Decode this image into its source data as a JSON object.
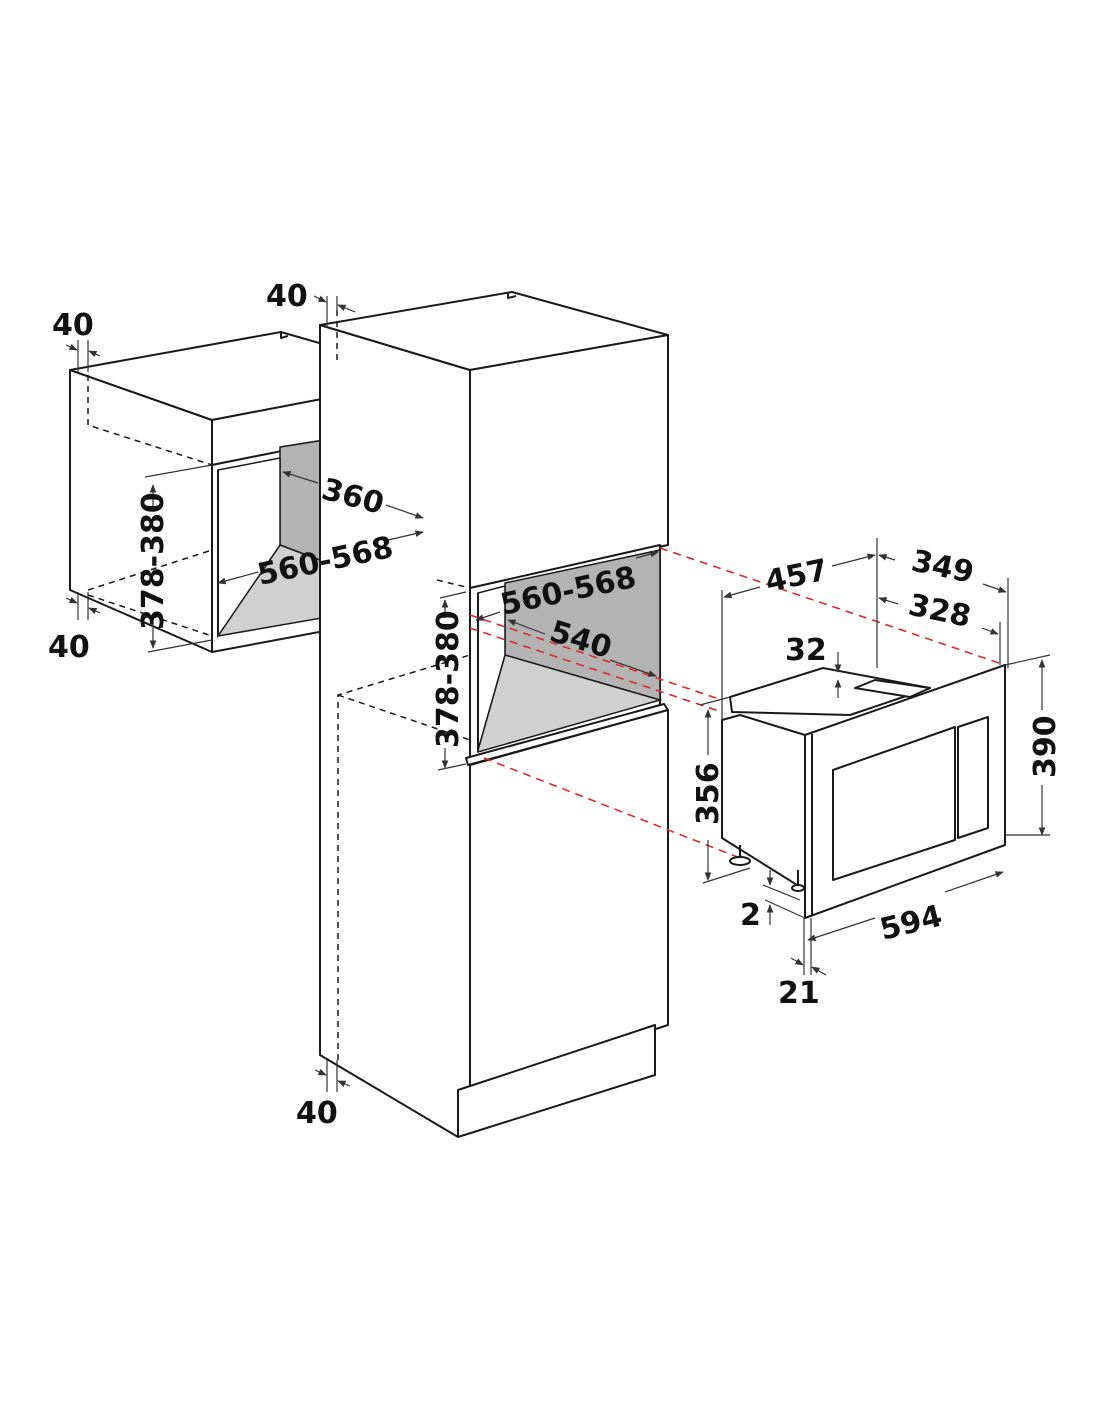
{
  "colors": {
    "line": "#1a1a1a",
    "back_panel": "#b3b3b3",
    "floor_panel": "#d0d0d0",
    "guide_line": "#e0282e"
  },
  "wall_cabinet": {
    "gap_top": "40",
    "gap_bottom": "40",
    "height": "378-380",
    "depth": "360",
    "width": "560-568"
  },
  "tall_cabinet": {
    "gap_top": "40",
    "gap_bottom": "40",
    "height": "378-380",
    "width": "560-568",
    "depth": "540"
  },
  "appliance": {
    "total_depth": "457",
    "depth_outer": "349",
    "depth_inner": "328",
    "top_offset": "32",
    "body_height": "356",
    "frame_height": "390",
    "frame_width": "594",
    "foot_clearance": "2",
    "frame_thickness": "21"
  }
}
